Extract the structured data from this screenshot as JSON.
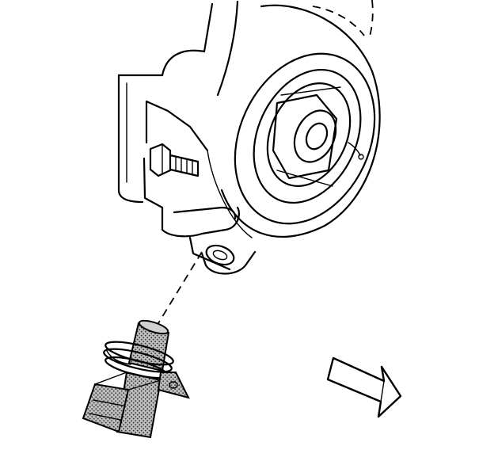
{
  "figure": {
    "colors": {
      "line": "#000000",
      "paper": "#ffffff",
      "sensor_fill": "#9a9a9a"
    },
    "parts": [
      "engine-block",
      "crankshaft-pulley",
      "sensor-bore",
      "mounting-bolt",
      "crankshaft-position-sensor",
      "sensor-o-ring",
      "sensor-mounting-tab",
      "installation-axis-line",
      "direction-arrow"
    ]
  }
}
